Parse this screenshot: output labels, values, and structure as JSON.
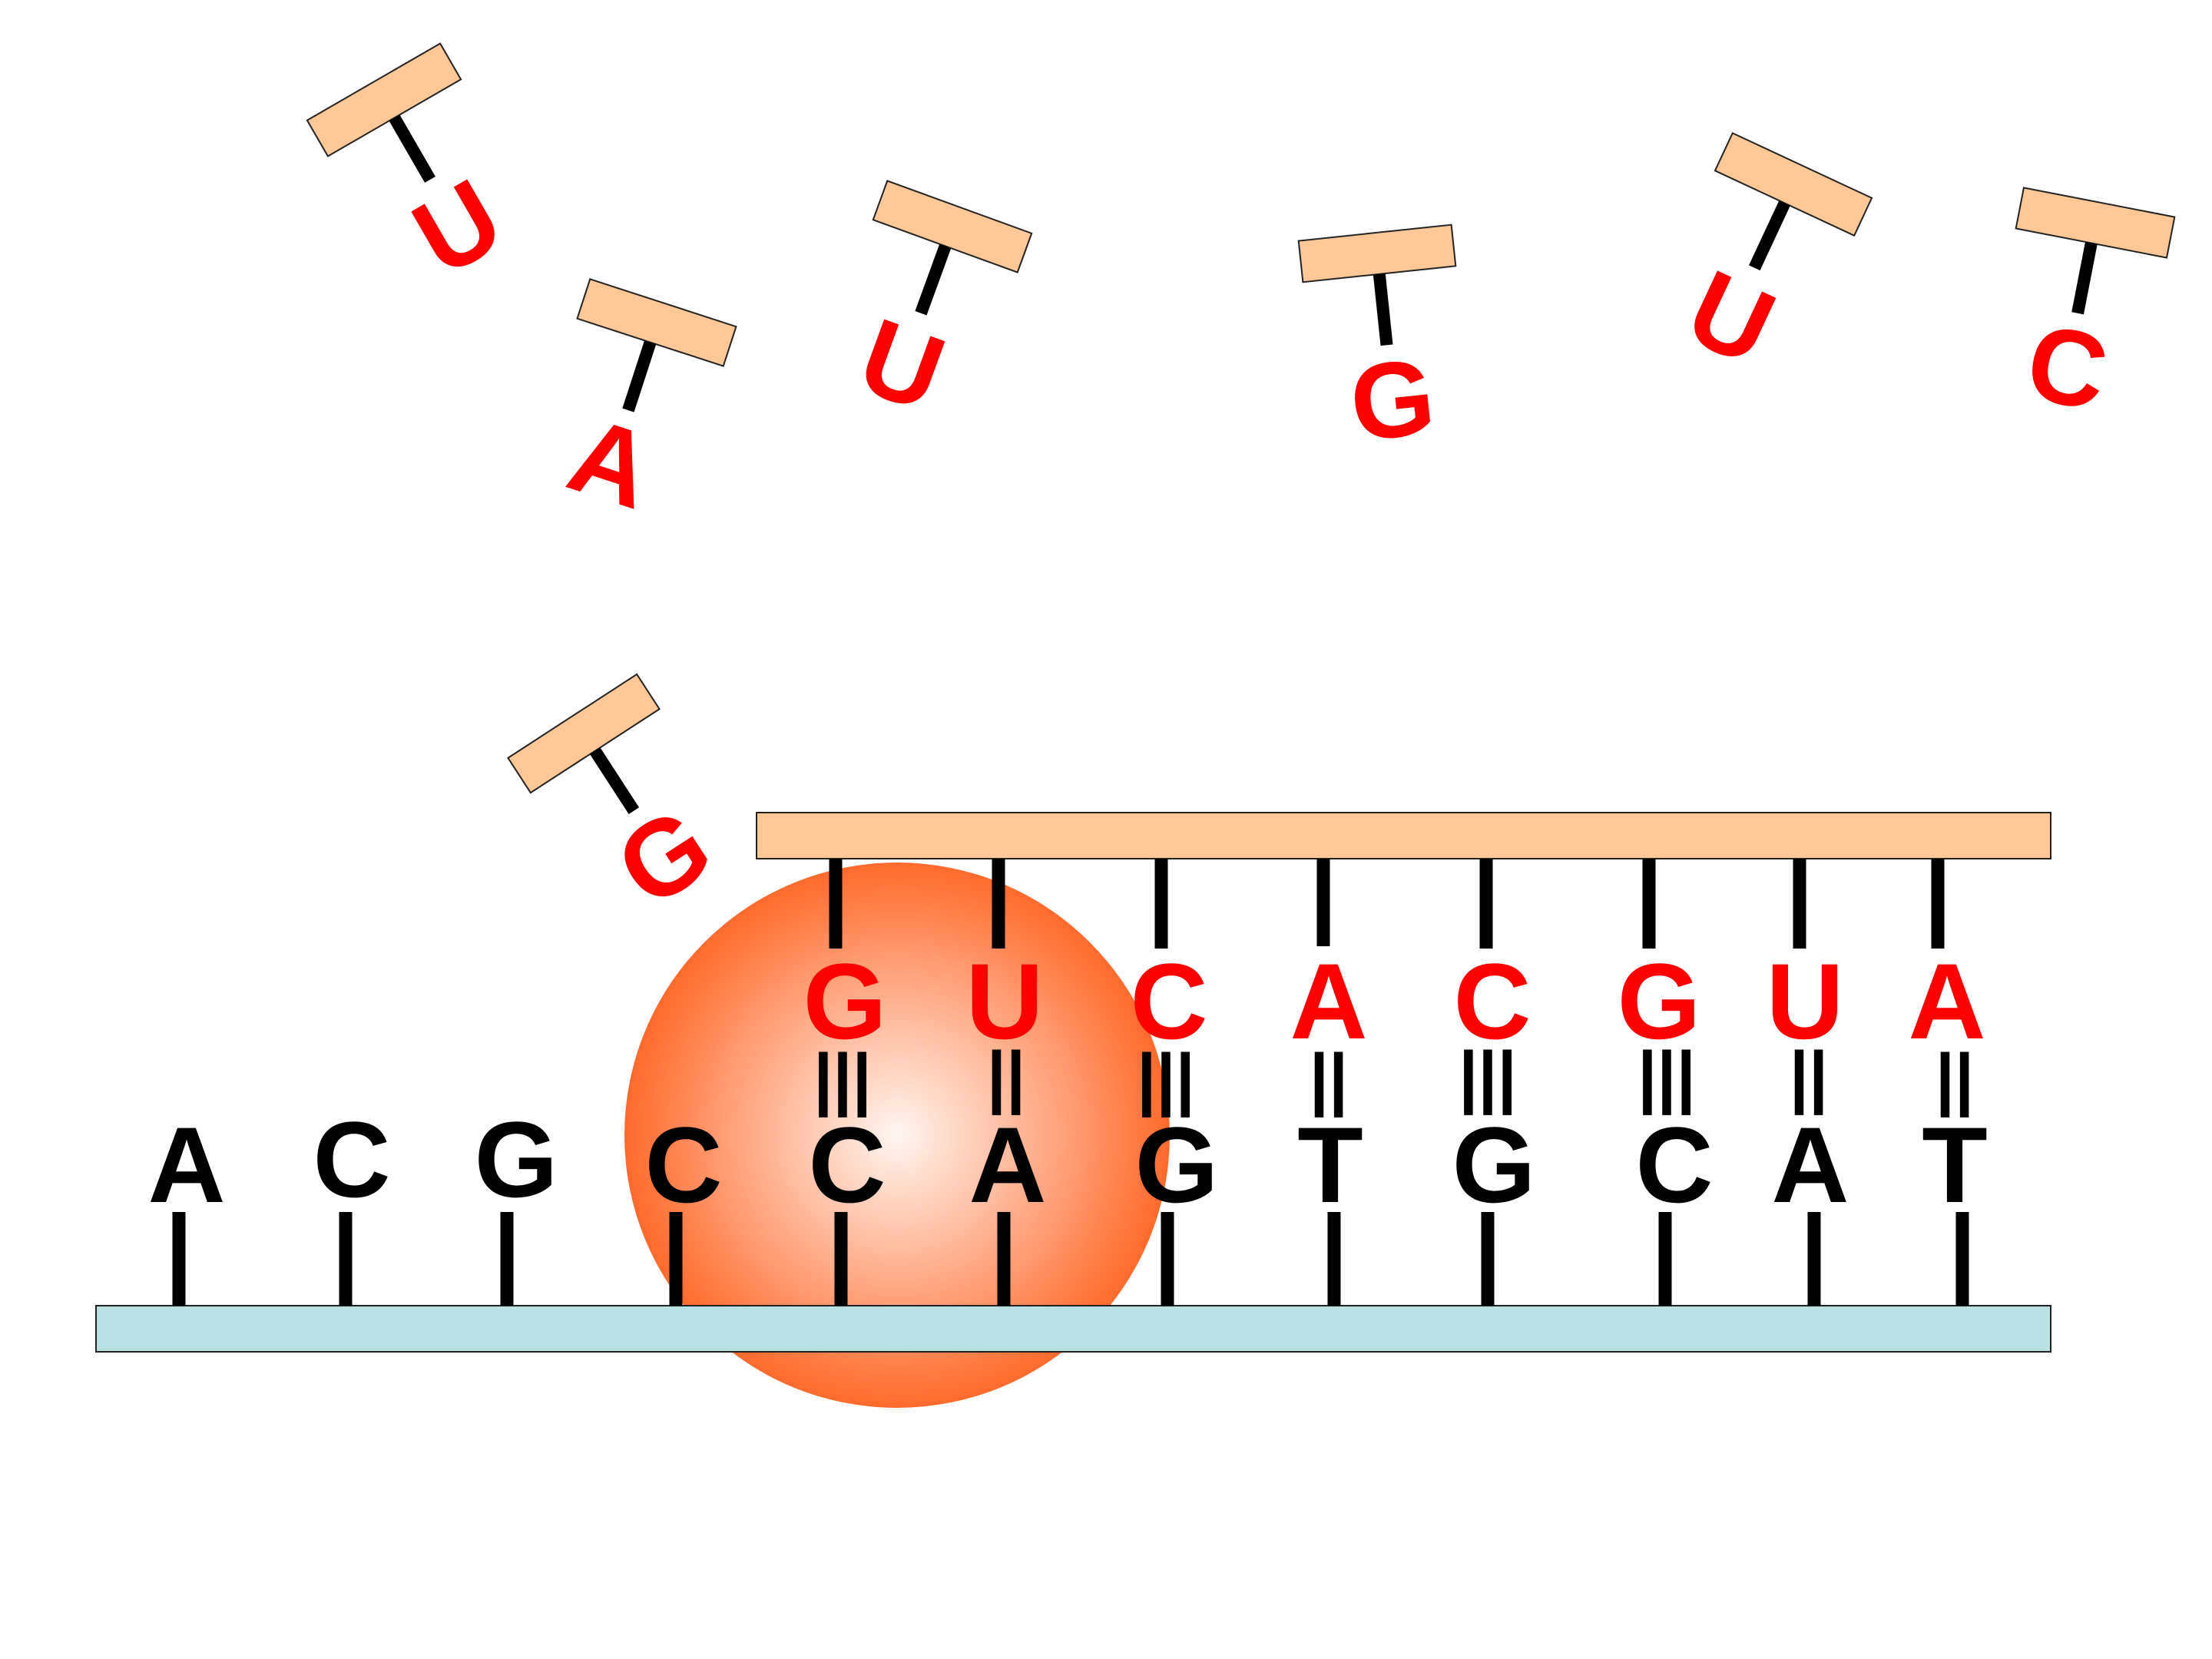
{
  "colors": {
    "dna_strand": "#b9e0e3",
    "rna_strand": "#ffc896",
    "polymerase_center": "#fff6f2",
    "polymerase_edge": "#ff6a2c",
    "rna_letter": "#ff0000",
    "dna_letter": "#000000",
    "outline": "#222222"
  },
  "template_strand": {
    "bases": [
      "A",
      "C",
      "G",
      "C",
      "C",
      "A",
      "G",
      "T",
      "G",
      "C",
      "A",
      "T"
    ]
  },
  "rna_strand": {
    "bases": [
      "G",
      "U",
      "C",
      "A",
      "C",
      "G",
      "U",
      "A"
    ],
    "bond_marks": [
      "|||",
      "||",
      "|||",
      "||",
      "|||",
      "|||",
      "||",
      "||"
    ]
  },
  "free_nucleotides": [
    {
      "base": "U"
    },
    {
      "base": "A"
    },
    {
      "base": "U"
    },
    {
      "base": "G"
    },
    {
      "base": "U"
    },
    {
      "base": "C"
    },
    {
      "base": "G"
    }
  ]
}
